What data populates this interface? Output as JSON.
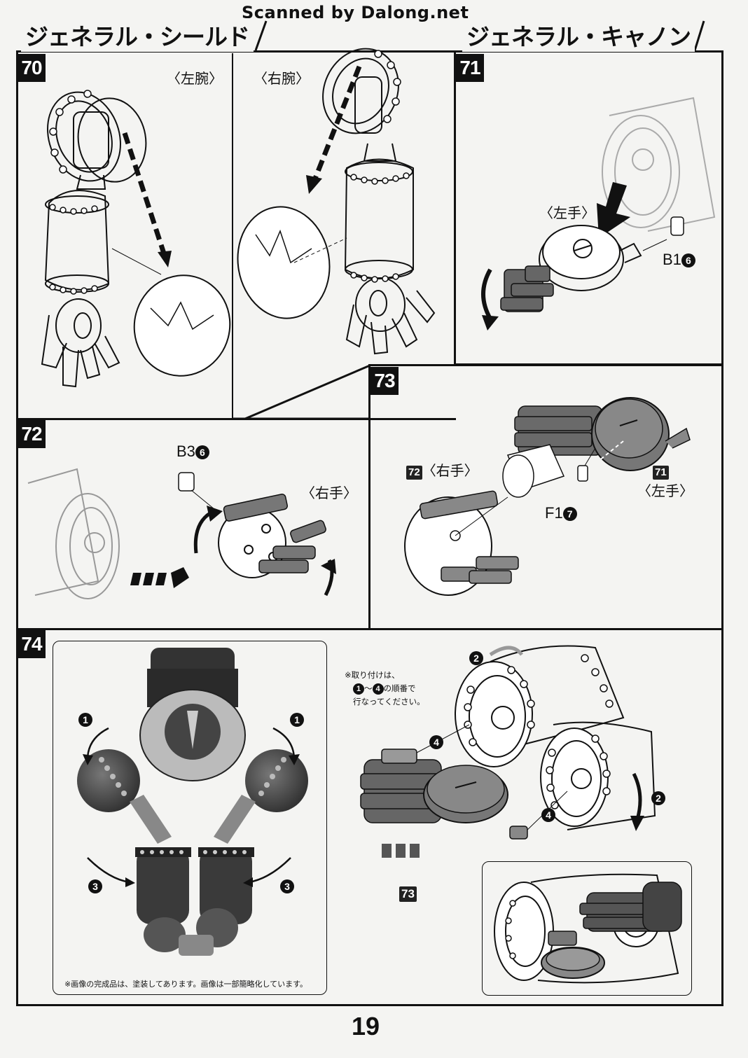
{
  "watermark": "Scanned by Dalong.net",
  "headers": {
    "shield": "ジェネラル・シールド",
    "cannon": "ジェネラル・キャノン"
  },
  "steps": {
    "s70": {
      "num": "70",
      "left_label": "〈左腕〉",
      "right_label": "〈右腕〉"
    },
    "s71": {
      "num": "71",
      "hand_label": "〈左手〉",
      "part": "B1",
      "part_runner": "6"
    },
    "s72": {
      "num": "72",
      "hand_label": "〈右手〉",
      "part": "B3",
      "part_runner": "6"
    },
    "s73": {
      "num": "73",
      "ref_a_num": "72",
      "ref_a_label": "〈右手〉",
      "ref_b_num": "71",
      "ref_b_label": "〈左手〉",
      "part": "F1",
      "part_runner": "7"
    },
    "s74": {
      "num": "74",
      "note_line1": "※取り付けは、",
      "note_order_from": "1",
      "note_tilde": "～",
      "note_order_to": "4",
      "note_line2_suffix": "の順番で",
      "note_line3": "行なってください。",
      "photo_caption": "※画像の完成品は、塗装してあります。画像は一部簡略化しています。",
      "ref": "73",
      "markers": {
        "m1": "1",
        "m2": "2",
        "m3": "3",
        "m4": "4"
      }
    }
  },
  "page_number": "19"
}
